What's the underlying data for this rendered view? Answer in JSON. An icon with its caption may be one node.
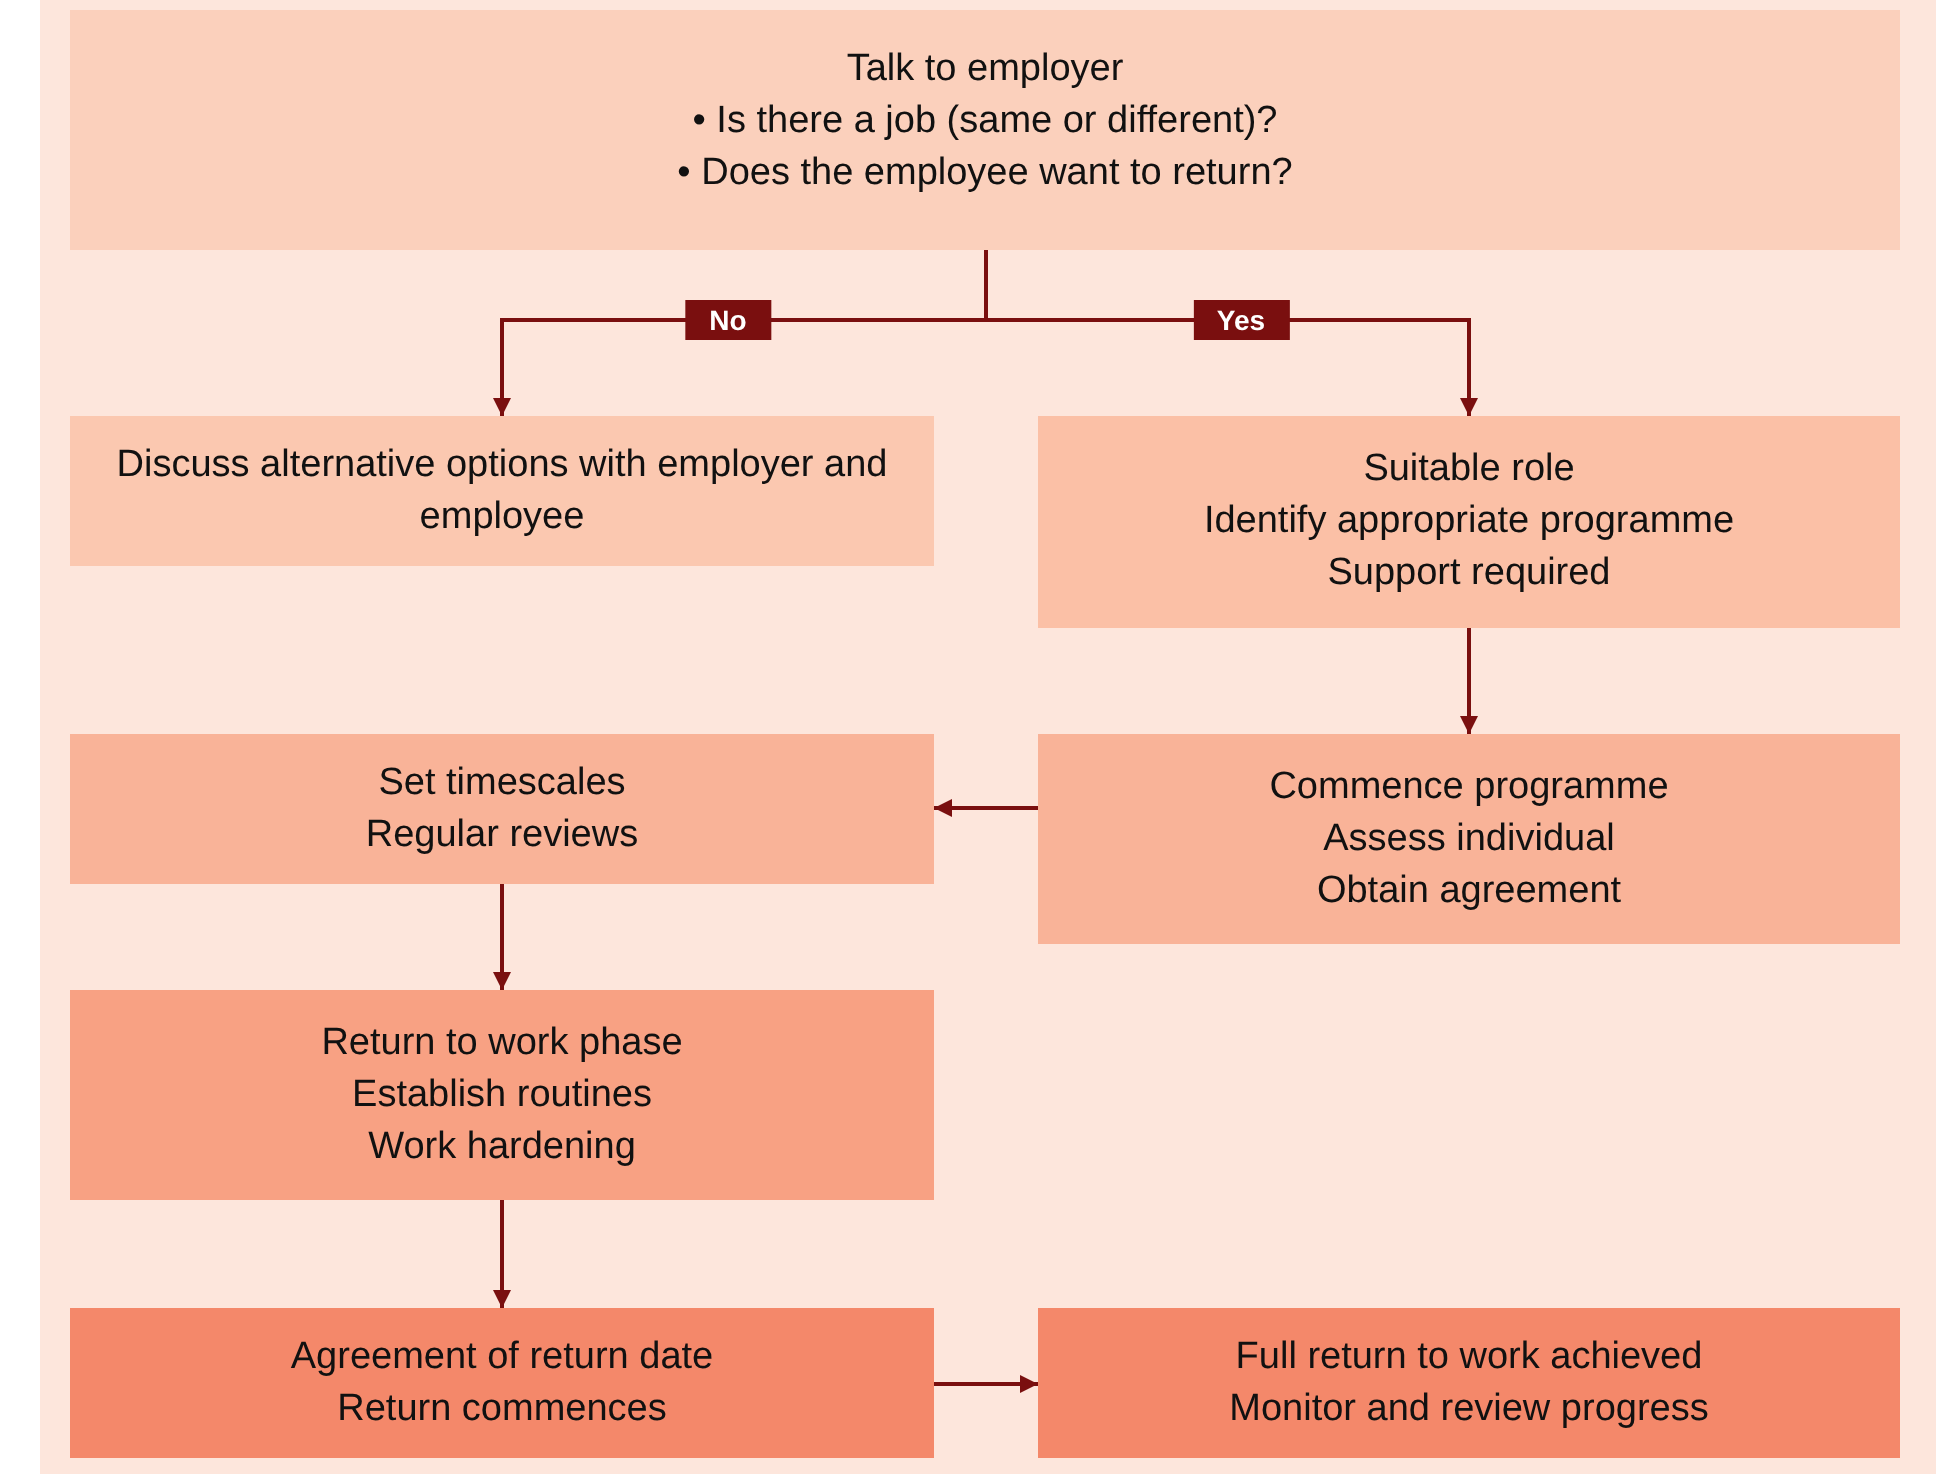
{
  "diagram": {
    "nodes": [
      {
        "text": [
          "Talk to employer",
          "• Is there a job (same or different)?",
          "• Does the employee want to return?"
        ]
      },
      {
        "text": [
          "Discuss alternative options with employer and employee"
        ]
      },
      {
        "text": [
          "Suitable role",
          "Identify appropriate programme",
          "Support required"
        ]
      },
      {
        "text": [
          "Commence programme",
          "Assess individual",
          "Obtain agreement"
        ]
      },
      {
        "text": [
          "Set timescales",
          "Regular reviews"
        ]
      },
      {
        "text": [
          "Return to work phase",
          "Establish routines",
          "Work hardening"
        ]
      },
      {
        "text": [
          "Agreement of return date",
          "Return commences"
        ]
      },
      {
        "text": [
          "Full return to work achieved",
          "Monitor and review progress"
        ]
      }
    ],
    "edges": [
      {
        "from": 0,
        "to": 1,
        "arrow": "to",
        "label": "No"
      },
      {
        "from": 0,
        "to": 2,
        "arrow": "to",
        "label": "Yes"
      },
      {
        "from": 2,
        "to": 3,
        "arrow": "to"
      },
      {
        "from": 3,
        "to": 4,
        "arrow": "to"
      },
      {
        "from": 4,
        "to": 5,
        "arrow": "to"
      },
      {
        "from": 5,
        "to": 6,
        "arrow": "to"
      },
      {
        "from": 6,
        "to": 7,
        "arrow": "to"
      }
    ]
  }
}
